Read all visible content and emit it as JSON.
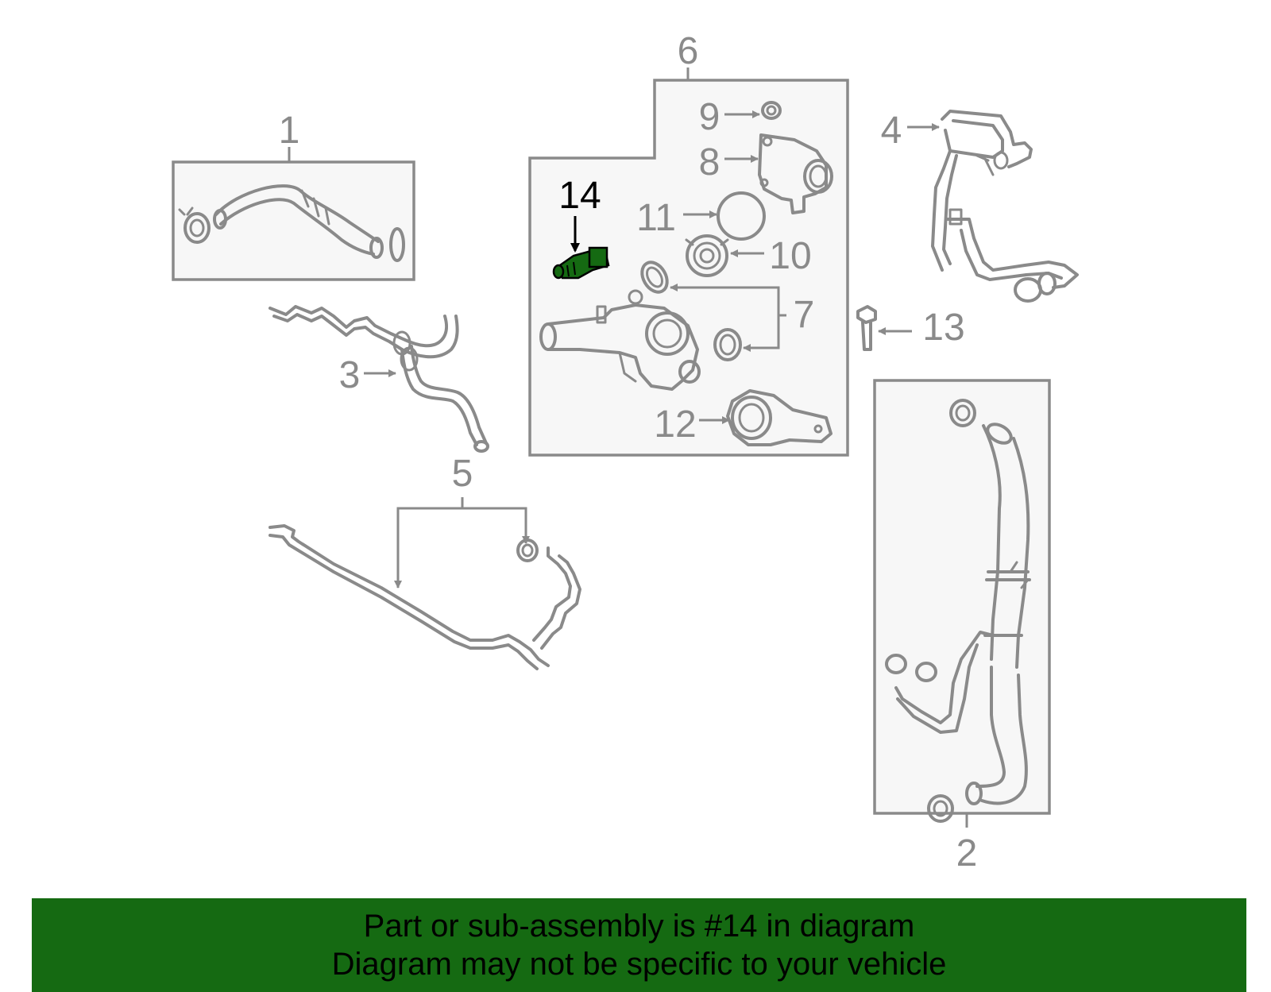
{
  "callouts": {
    "c1": "1",
    "c2": "2",
    "c3": "3",
    "c4": "4",
    "c5": "5",
    "c6": "6",
    "c7": "7",
    "c8": "8",
    "c9": "9",
    "c10": "10",
    "c11": "11",
    "c12": "12",
    "c13": "13",
    "c14": "14"
  },
  "highlight": {
    "part_number": "14",
    "color": "#156a12"
  },
  "banner": {
    "line1": "Part or sub-assembly is #14 in diagram",
    "line2": "Diagram may not be specific to your vehicle",
    "background": "#156a12"
  }
}
